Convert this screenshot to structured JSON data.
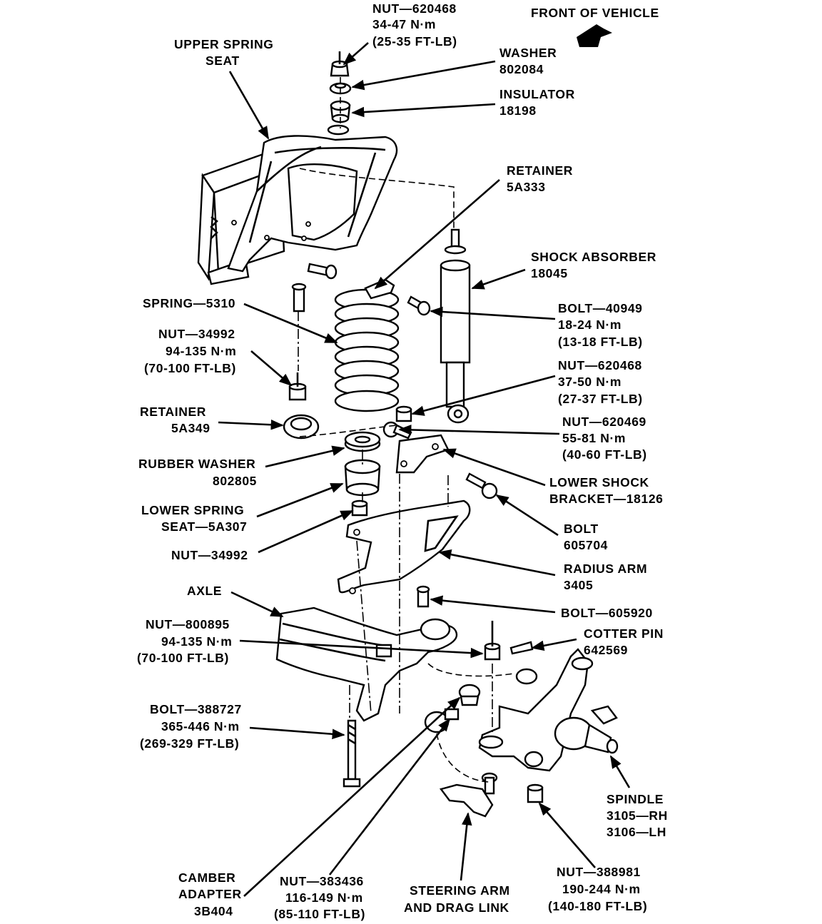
{
  "header": {
    "front_of_vehicle": "FRONT OF VEHICLE"
  },
  "labels": {
    "nut_620468_top": [
      "NUT—620468",
      "34-47 N·m",
      "(25-35 FT-LB)"
    ],
    "upper_spring_seat": [
      "UPPER SPRING",
      "SEAT"
    ],
    "washer_802084": [
      "WASHER",
      "802084"
    ],
    "insulator_18198": [
      "INSULATOR",
      "18198"
    ],
    "retainer_5a333": [
      "RETAINER",
      "5A333"
    ],
    "shock_absorber_18045": [
      "SHOCK ABSORBER",
      "18045"
    ],
    "spring_5310": [
      "SPRING—5310"
    ],
    "bolt_40949": [
      "BOLT—40949",
      "18-24 N·m",
      "(13-18 FT-LB)"
    ],
    "nut_34992_upper": [
      "NUT—34992",
      "94-135 N·m",
      "(70-100 FT-LB)"
    ],
    "nut_620468_lower": [
      "NUT—620468",
      "37-50 N·m",
      "(27-37 FT-LB)"
    ],
    "retainer_5a349": [
      "RETAINER",
      "5A349"
    ],
    "nut_620469": [
      "NUT—620469",
      "55-81 N·m",
      "(40-60 FT-LB)"
    ],
    "rubber_washer_802805": [
      "RUBBER WASHER",
      "802805"
    ],
    "lower_shock_bracket": [
      "LOWER SHOCK",
      "BRACKET—18126"
    ],
    "lower_spring_seat": [
      "LOWER SPRING",
      "SEAT—5A307"
    ],
    "bolt_605704": [
      "BOLT",
      "605704"
    ],
    "nut_34992_lower": [
      "NUT—34992"
    ],
    "radius_arm_3405": [
      "RADIUS ARM",
      "3405"
    ],
    "axle": [
      "AXLE"
    ],
    "bolt_605920": [
      "BOLT—605920"
    ],
    "nut_800895": [
      "NUT—800895",
      "94-135 N·m",
      "(70-100 FT-LB)"
    ],
    "cotter_pin_642569": [
      "COTTER PIN",
      "642569"
    ],
    "bolt_388727": [
      "BOLT—388727",
      "365-446 N·m",
      "(269-329 FT-LB)"
    ],
    "spindle": [
      "SPINDLE",
      "3105—RH",
      "3106—LH"
    ],
    "camber_adapter": [
      "CAMBER",
      "ADAPTER",
      "3B404"
    ],
    "nut_383436": [
      "NUT—383436",
      "116-149 N·m",
      "(85-110 FT-LB)"
    ],
    "steering_arm": [
      "STEERING ARM",
      "AND DRAG LINK"
    ],
    "nut_388981": [
      "NUT—388981",
      "190-244 N·m",
      "(140-180 FT-LB)"
    ]
  }
}
